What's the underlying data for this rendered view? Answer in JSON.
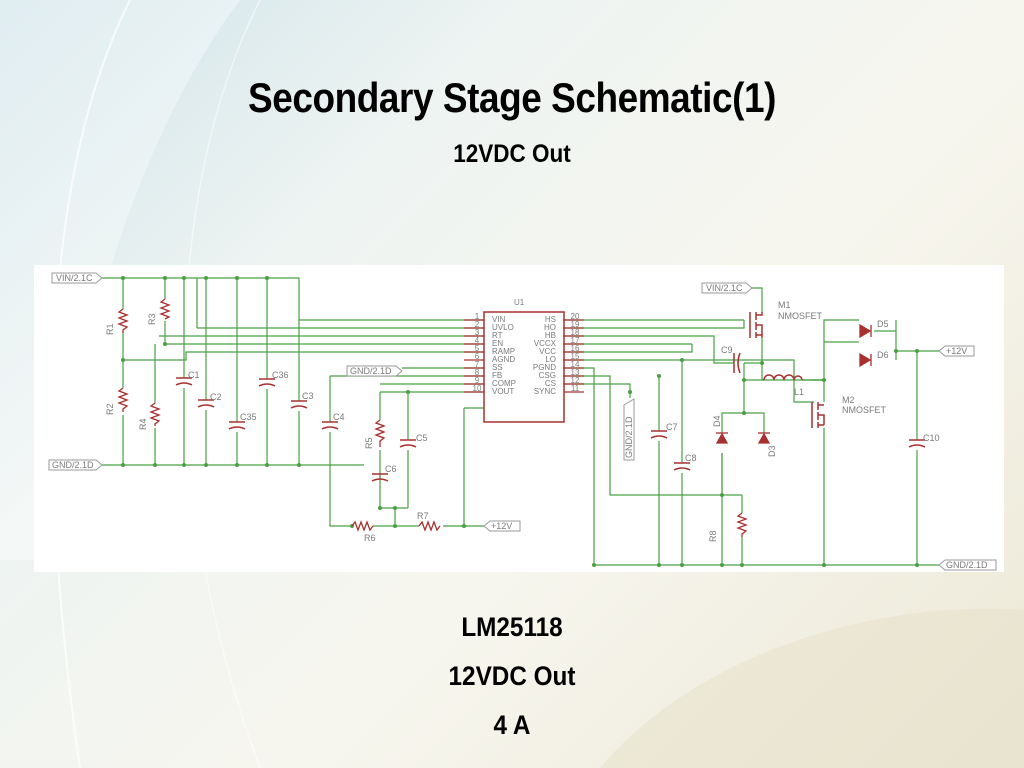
{
  "slide": {
    "title": "Secondary Stage Schematic(1)",
    "subtitle": "12VDC Out",
    "captions": [
      "LM25118",
      "12VDC Out",
      "4 A"
    ]
  },
  "schematic": {
    "ic_name": "U1",
    "left_pins": [
      {
        "num": "1",
        "name": "VIN"
      },
      {
        "num": "2",
        "name": "UVLO"
      },
      {
        "num": "3",
        "name": "RT"
      },
      {
        "num": "4",
        "name": "EN"
      },
      {
        "num": "5",
        "name": "RAMP"
      },
      {
        "num": "6",
        "name": "AGND"
      },
      {
        "num": "7",
        "name": "SS"
      },
      {
        "num": "8",
        "name": "FB"
      },
      {
        "num": "9",
        "name": "COMP"
      },
      {
        "num": "10",
        "name": "VOUT"
      }
    ],
    "right_pins": [
      {
        "num": "20",
        "name": "HS"
      },
      {
        "num": "19",
        "name": "HO"
      },
      {
        "num": "18",
        "name": "HB"
      },
      {
        "num": "17",
        "name": "VCCX"
      },
      {
        "num": "16",
        "name": "VCC"
      },
      {
        "num": "15",
        "name": "LO"
      },
      {
        "num": "14",
        "name": "PGND"
      },
      {
        "num": "13",
        "name": "CSG"
      },
      {
        "num": "12",
        "name": "CS"
      },
      {
        "num": "11",
        "name": "SYNC"
      }
    ],
    "net_labels": {
      "vin_left": "VIN/2.1C",
      "gnd_left": "GND/2.1D",
      "vin_mosfet": "VIN/2.1C",
      "gnd_mid": "GND/2.1D",
      "gnd_cs": "GND/2.1D",
      "out_right": "+12V",
      "out_bottom": "+12V",
      "gnd_right": "GND/2.1D"
    },
    "parts": {
      "R1": "R1",
      "R2": "R2",
      "R3": "R3",
      "R4": "R4",
      "R5": "R5",
      "R6": "R6",
      "R7": "R7",
      "R8": "R8",
      "C1": "C1",
      "C2": "C2",
      "C3": "C3",
      "C4": "C4",
      "C5": "C5",
      "C6": "C6",
      "C7": "C7",
      "C8": "C8",
      "C9": "C9",
      "C10": "C10",
      "C35": "C35",
      "C36": "C36",
      "L1": "L1",
      "D3": "D3",
      "D4": "D4",
      "D5": "D5",
      "D6": "D6",
      "M1": "M1",
      "M1_type": "NMOSFET",
      "M2": "M2",
      "M2_type": "NMOSFET"
    },
    "colors": {
      "wire": "#49a043",
      "part": "#a8302f",
      "label": "#7a7a7a",
      "junction": "#49a043"
    }
  }
}
